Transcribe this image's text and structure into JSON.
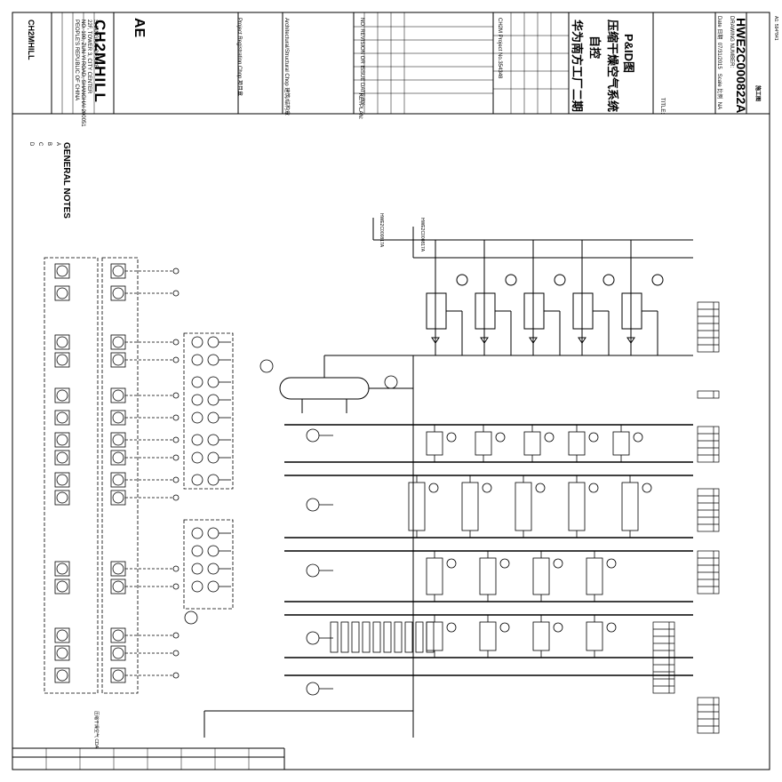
{
  "title_block": {
    "company": "CH2MHILL",
    "company_address": [
      "SHANGHAI OFFICE",
      "22F, TOWER 3, CITY CENTER",
      "NO. 100, ZUN YI ROAD, SHANGHAI 200051",
      "PEOPLE'S REPUBLIC OF CHINA"
    ],
    "ae_logo": "AE",
    "project_title": [
      "华为南方工厂二期",
      "自控",
      "压缩干燥空气系统",
      "P&ID图"
    ],
    "project_registration": "Project Registration Chop 项目章",
    "arch_chop": "Architectural/Structural Chop 建筑/结构章",
    "keyplan": "KEYPLAN:",
    "revision_header": "NO.   REVISION OR ISSUE   DATE   BY",
    "ch2m_project_no": "CH2M Project No.354348",
    "title_label": "TITLE:",
    "date_label": "Date 日期",
    "date": "07/31/2015",
    "scale_label": "Scale 比例",
    "scale": "NA",
    "drawing_number_label": "DRAWING NUMBER:",
    "drawing_number": "HWE2C000822A",
    "sheet_code": "A1: 594*841",
    "stage": "施工图"
  },
  "general_notes": {
    "heading": "GENERAL NOTES",
    "items": [
      "A",
      "B",
      "C",
      "D"
    ]
  },
  "tags": {
    "top_left_tag": "HWE2C000817A",
    "top_right_tag": "HWE2C000817A",
    "bottom_left": "压缩干燥空气 CDA"
  }
}
